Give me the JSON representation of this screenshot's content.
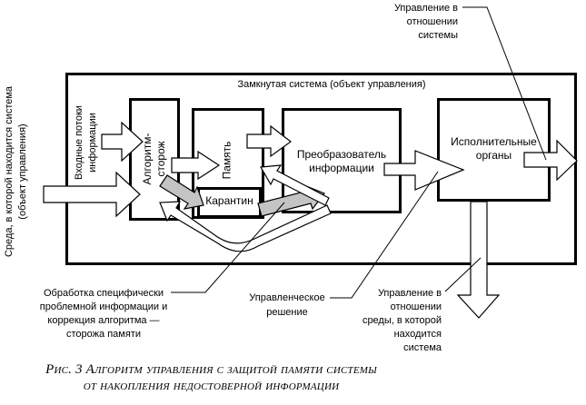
{
  "colors": {
    "arrow_gray": "#c4c4c4",
    "arrow_white": "#ffffff",
    "ink": "#000000",
    "background": "#ffffff"
  },
  "system_box": {
    "title": "Замкнутая система (объект управления)"
  },
  "boxes": {
    "watchdog": {
      "lines": [
        "Алгоритм-",
        "сторож"
      ]
    },
    "memory": {
      "label": "Память"
    },
    "quarantine": {
      "label": "Карантин"
    },
    "converter": {
      "lines": [
        "Преобразователь",
        "информации"
      ]
    },
    "executive": {
      "lines": [
        "Исполнительные",
        "органы"
      ]
    }
  },
  "annotations": {
    "environment": {
      "lines": [
        "Среда, в которой находится система",
        "(объект управления)"
      ]
    },
    "input_flows": {
      "lines": [
        "Входные потоки",
        "информации"
      ]
    },
    "control_system": {
      "lines": [
        "Управление в",
        "отношении",
        "системы"
      ]
    },
    "problem_processing": {
      "lines": [
        "Обработка специфически",
        "проблемной информации и",
        "коррекция алгоритма —",
        "сторожа памяти"
      ]
    },
    "management_decision": {
      "lines": [
        "Управленческое",
        "решение"
      ]
    },
    "control_environment": {
      "lines": [
        "Управление в",
        "отношении",
        "среды, в которой",
        "находится",
        "система"
      ]
    }
  },
  "caption": {
    "lines": [
      "Рис. 3 Алгоритм управления с защитой памяти системы",
      "от накопления недостоверной информации"
    ]
  }
}
